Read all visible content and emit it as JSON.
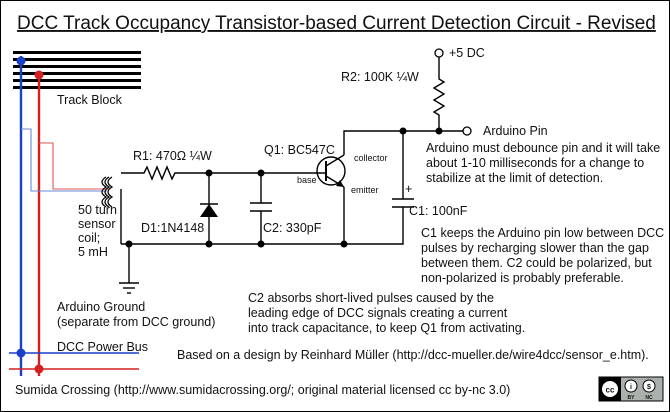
{
  "title": "DCC Track Occupancy Transistor-based Current Detection Circuit - Revised",
  "labels": {
    "track_block": "Track Block",
    "supply": "+5 DC",
    "r2": "R2: 100K ¼W",
    "arduino_pin": "Arduino Pin",
    "r1": "R1: 470Ω ¼W",
    "q1": "Q1: BC547C",
    "collector": "collector",
    "base": "base",
    "emitter": "emitter",
    "d1": "D1:1N4148",
    "c2": "C2: 330pF",
    "c1": "C1: 100nF",
    "c1_plus": "+",
    "coil": [
      "50 turn",
      "sensor",
      "coil;",
      "5 mH"
    ],
    "arduino_ground": [
      "Arduino Ground",
      "(separate from DCC ground)"
    ],
    "dcc_power_bus": "DCC Power Bus"
  },
  "notes": {
    "debounce": [
      "Arduino must debounce pin and it will take",
      "about 1-10 milliseconds for a change to",
      "stabilize at the limit of detection."
    ],
    "c1_note": [
      "C1 keeps the Arduino pin low between DCC",
      "pulses by recharging slower than the gap",
      "between them. C2 could be polarized, but",
      "non-polarized is probably preferable."
    ],
    "c2_note": [
      "C2 absorbs short-lived pulses caused by the",
      "leading edge of DCC signals creating a current",
      "into track capacitance, to keep Q1 from activating."
    ],
    "based_on": "Based on a design by Reinhard Müller (http://dcc-mueller.de/wire4dcc/sensor_e.htm)."
  },
  "footer": {
    "credit": "Sumida Crossing (http://www.sumidacrossing.org/; original material licensed cc by-nc 3.0)",
    "license_badge": [
      "cc",
      "BY",
      "NC"
    ],
    "license_icons": [
      "cc-icon",
      "by-icon",
      "nc-icon"
    ]
  },
  "colors": {
    "rail_blue": "#1a3fc9",
    "rail_red": "#d42020",
    "wire_red": "#d85a5a",
    "wire_blue": "#6a86d8",
    "badge_bg": "#aab0ab"
  }
}
